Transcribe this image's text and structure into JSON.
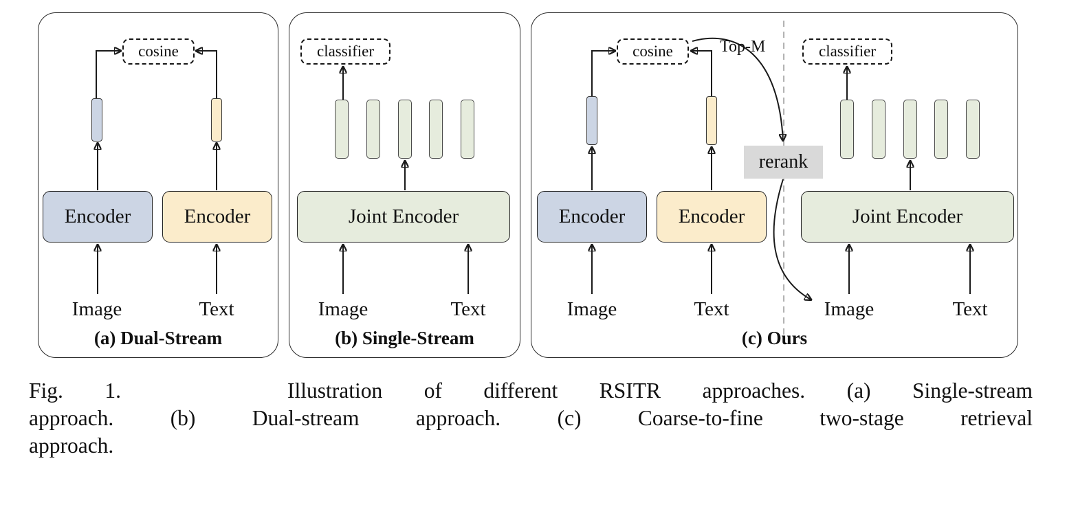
{
  "figure": {
    "panels": {
      "a": {
        "caption": "(a) Dual-Stream",
        "cosine_label": "cosine",
        "image_encoder": "Encoder",
        "text_encoder": "Encoder",
        "image_input": "Image",
        "text_input": "Text"
      },
      "b": {
        "caption": "(b) Single-Stream",
        "classifier_label": "classifier",
        "joint_encoder": "Joint Encoder",
        "image_input": "Image",
        "text_input": "Text"
      },
      "c": {
        "caption": "(c) Ours",
        "cosine_label": "cosine",
        "classifier_label": "classifier",
        "top_m_label": "Top-M",
        "rerank_label": "rerank",
        "image_encoder": "Encoder",
        "text_encoder": "Encoder",
        "joint_encoder": "Joint Encoder",
        "stage1_image_input": "Image",
        "stage1_text_input": "Text",
        "stage2_image_input": "Image",
        "stage2_text_input": "Text"
      }
    },
    "colors": {
      "image_stream": "#ccd5e4",
      "text_stream": "#fbeccb",
      "joint_stream": "#e6ecdd",
      "rerank_box": "#d9d9d9"
    },
    "token_bars_per_joint_encoder": 5
  },
  "caption": {
    "lines": [
      "Fig. 1.    Illustration of different RSITR approaches. (a) Single-stream",
      "approach. (b) Dual-stream approach. (c) Coarse-to-fine two-stage retrieval",
      "approach."
    ]
  }
}
